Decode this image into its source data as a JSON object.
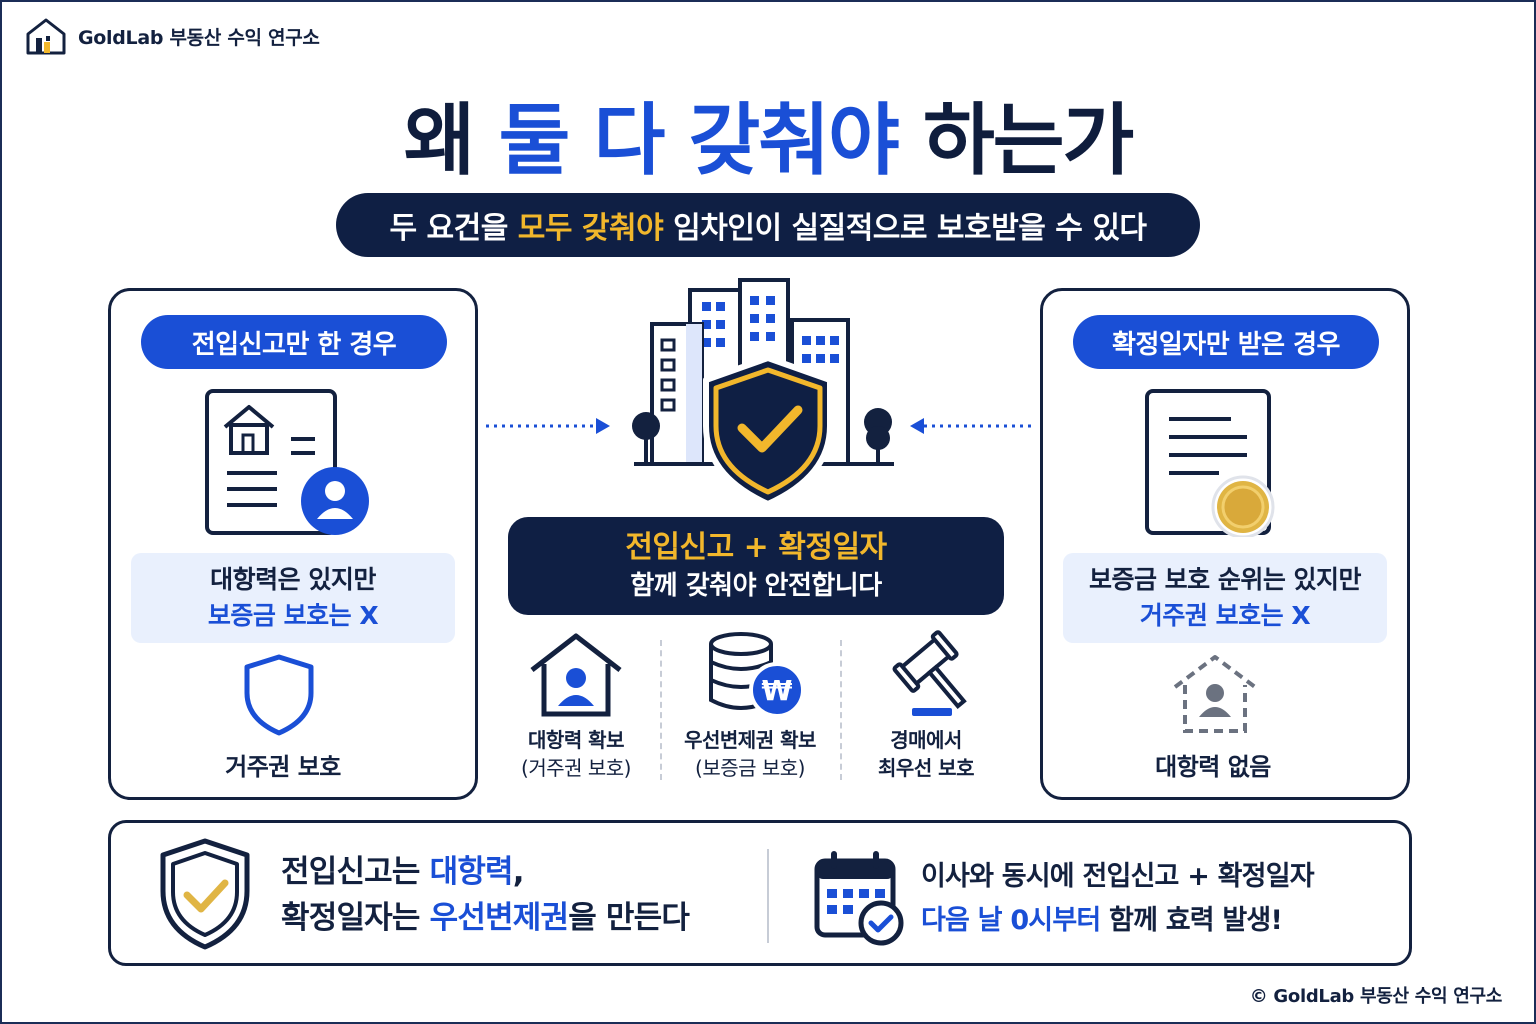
{
  "brand": {
    "name": "GoldLab 부동산 수익 연구소",
    "icon": "house-logo-icon"
  },
  "title": {
    "part1": "왜 ",
    "highlight": "둘 다 갖춰야",
    "part2": " 하는가"
  },
  "subtitle": {
    "part1": "두 요건을 ",
    "highlight": "모두 갖춰야",
    "part2": " 임차인이 실질적으로 보호받을 수 있다"
  },
  "left_card": {
    "tag": "전입신고만 한 경우",
    "note_line1": "대항력은 있지만",
    "note_line2": "보증금 보호는 X",
    "footer": "거주권 보호"
  },
  "right_card": {
    "tag": "확정일자만 받은 경우",
    "note_line1": "보증금 보호 순위는 있지만",
    "note_line2": "거주권 보호는 X",
    "footer": "대항력 없음"
  },
  "center": {
    "headline": "전입신고 + 확정일자",
    "subline": "함께 갖춰야 안전합니다",
    "features": [
      {
        "line1": "대항력 확보",
        "line2": "(거주권 보호)",
        "icon": "house-person-icon"
      },
      {
        "line1": "우선변제권 확보",
        "line2": "(보증금 보호)",
        "icon": "coins-won-icon"
      },
      {
        "line1": "경매에서",
        "line2": "최우선 보호",
        "icon": "gavel-icon"
      }
    ]
  },
  "bottom": {
    "left_line1_a": "전입신고는 ",
    "left_line1_b": "대항력",
    "left_line1_c": ",",
    "left_line2_a": "확정일자는 ",
    "left_line2_b": "우선변제권",
    "left_line2_c": "을 만든다",
    "right_line1": "이사와 동시에 전입신고 + 확정일자",
    "right_line2_a": "다음 날 0시부터",
    "right_line2_b": " 함께 효력 발생!"
  },
  "copyright": "© GoldLab 부동산 수익 연구소",
  "colors": {
    "navy": "#0f1f44",
    "blue": "#1a4fd6",
    "gold": "#f2b72c",
    "light_blue": "#e9f0fd"
  }
}
